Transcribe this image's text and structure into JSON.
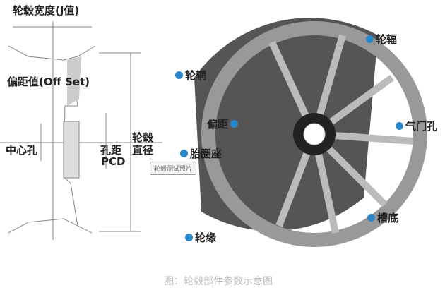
{
  "left": {
    "width": "轮毂宽度(J值)",
    "offset": "偏距值(Off Set)",
    "center": "中心孔",
    "pcd1": "孔距",
    "pcd2": "PCD",
    "dia1": "轮毂",
    "dia2": "直径"
  },
  "right": [
    {
      "label": "轮辐"
    },
    {
      "label": "轮辋"
    },
    {
      "label": "偏距"
    },
    {
      "label": "气门孔"
    },
    {
      "label": "胎圈座"
    },
    {
      "label": "槽底"
    },
    {
      "label": "轮缘"
    }
  ],
  "tooltip": "轮毂测试照片",
  "caption": "图：轮毂部件参数示意图",
  "colors": {
    "marker": "#2a86c8"
  }
}
